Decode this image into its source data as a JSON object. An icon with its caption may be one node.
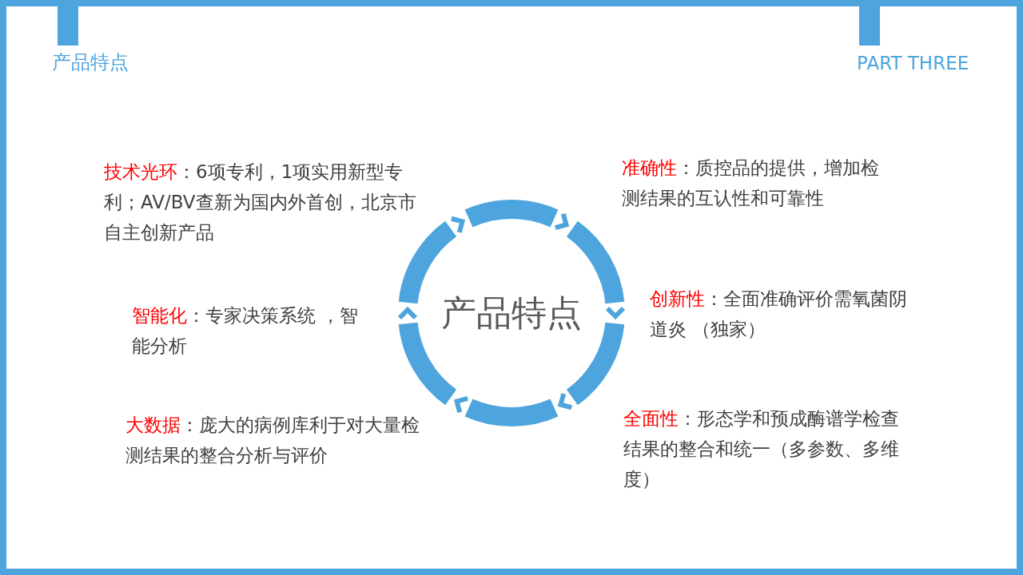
{
  "diagram": {
    "nodes": [
      {
        "text": [
          "产品特点"
        ]
      }
    ],
    "labels": [
      "产品特点",
      "PART THREE",
      "技术光环",
      "：6项专利，1项实用新型专利；AV/BV查新为国内外首创，北京市自主创新产品",
      "准确性",
      "：质控品的提供，增加检测结果的互认性和可靠性",
      "智能化",
      "：专家决策系统 ，智能分析",
      "创新性",
      "：全面准确评价需氧菌阴道炎 （独家）",
      "大数据",
      "：庞大的病例库利于对大量检测结果的整合分析与评价",
      "全面性",
      "：形态学和预成酶谱学检查结果的整合和统一（多参数、多维度）"
    ]
  }
}
